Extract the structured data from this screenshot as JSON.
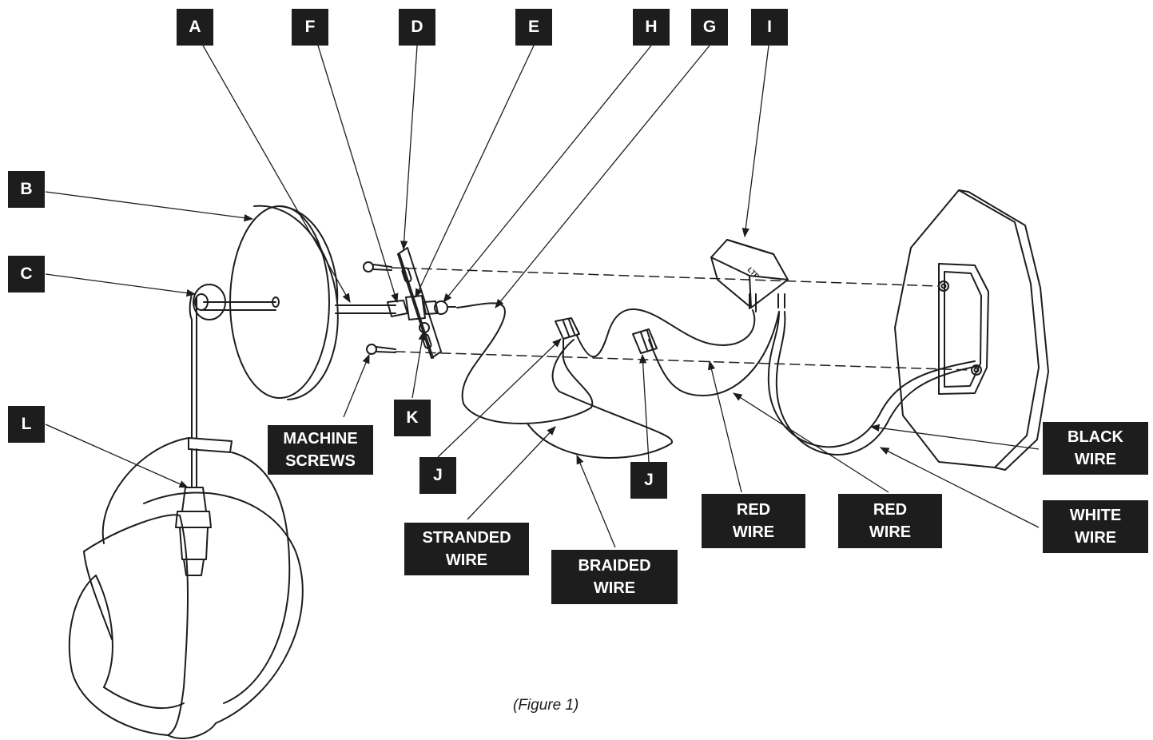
{
  "caption": "(Figure 1)",
  "callouts": {
    "A": "A",
    "B": "B",
    "C": "C",
    "D": "D",
    "E": "E",
    "F": "F",
    "G": "G",
    "H": "H",
    "I": "I",
    "J1": "J",
    "J2": "J",
    "K": "K",
    "L": "L"
  },
  "labels": {
    "machine_screws": "MACHINE\nSCREWS",
    "stranded_wire": "STRANDED\nWIRE",
    "braided_wire": "BRAIDED\nWIRE",
    "red_wire_1": "RED\nWIRE",
    "red_wire_2": "RED\nWIRE",
    "black_wire": "BLACK\nWIRE",
    "white_wire": "WHITE\nWIRE"
  },
  "driver_marking": "LTF"
}
